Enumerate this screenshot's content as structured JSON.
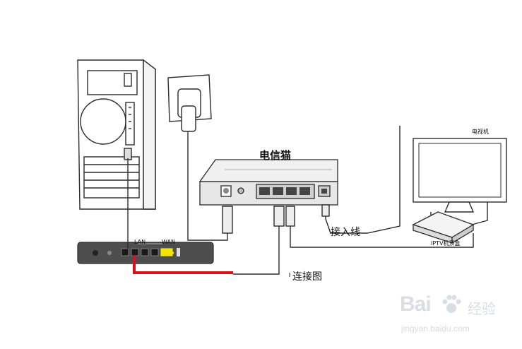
{
  "labels": {
    "modem": "电信猫",
    "access_line": "接入线",
    "tv": "电视机",
    "iptv_box": "IPTV机顶盒",
    "lan": "LAN",
    "wan": "WAN",
    "diagram": "连接图"
  },
  "watermark": {
    "brand": "Bai",
    "brand_cn": "经验",
    "url": "jingyan.baidu.com"
  },
  "colors": {
    "line": "#2b2b2b",
    "router_to_modem_cable": "#d9111b",
    "wan_port": "#f2e600"
  }
}
